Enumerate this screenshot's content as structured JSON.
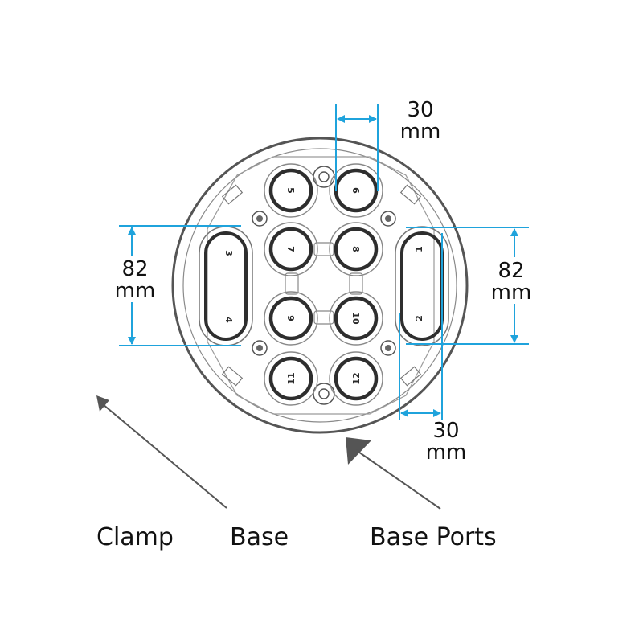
{
  "colors": {
    "dimension": "#1fa3dc",
    "outline": "#555555",
    "port_ring": "#3a3a3a",
    "leader": "#555555"
  },
  "dimensions": {
    "top_width": "30",
    "top_width_unit": "mm",
    "left_height": "82",
    "left_height_unit": "mm",
    "right_height": "82",
    "right_height_unit": "mm",
    "bottom_width": "30",
    "bottom_width_unit": "mm"
  },
  "callouts": {
    "clamp": "Clamp",
    "base": "Base",
    "base_ports": "Base Ports"
  },
  "ports": {
    "p1": "1",
    "p2": "2",
    "p3": "3",
    "p4": "4",
    "p5": "5",
    "p6": "6",
    "p7": "7",
    "p8": "8",
    "p9": "9",
    "p10": "10",
    "p11": "11",
    "p12": "12"
  }
}
